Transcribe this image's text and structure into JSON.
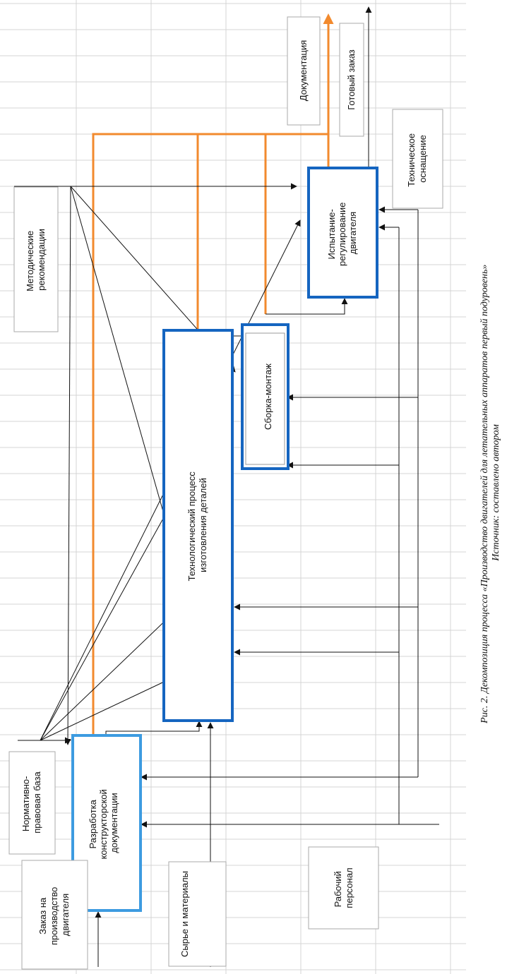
{
  "caption": {
    "line1": "Рис. 2. Декомпозиция процесса «Производство двигателей для летательных аппаратов первый подуровень»",
    "line2": "Источник: составлено автором"
  },
  "processes": {
    "design_docs": [
      "Разработка",
      "конструкторской",
      "документации"
    ],
    "tech_process": [
      "Технологический процесс",
      "изготовления деталей"
    ],
    "assembly": [
      "Сборка-монтаж"
    ],
    "testing": [
      "Испытание-",
      "регулирование",
      "двигателя"
    ]
  },
  "labels": {
    "documentation": [
      "Документация"
    ],
    "finished_order": [
      "Готовый заказ"
    ],
    "tech_equipment": [
      "Техническое",
      "оснащение"
    ],
    "method_recs": [
      "Методические",
      "рекомендации"
    ],
    "regulatory_base": [
      "Нормативно-",
      "правовая база"
    ],
    "engine_order": [
      "Заказ на",
      "производство",
      "двигателя"
    ],
    "raw_materials": [
      "Сырье и материалы"
    ],
    "personnel": [
      "Рабочий",
      "персонал"
    ]
  },
  "colors": {
    "orange_flow": "#f28a2e",
    "box_border_dark": "#1565c0",
    "box_border_light": "#3d9be0",
    "grid": "#d4d4d4"
  }
}
